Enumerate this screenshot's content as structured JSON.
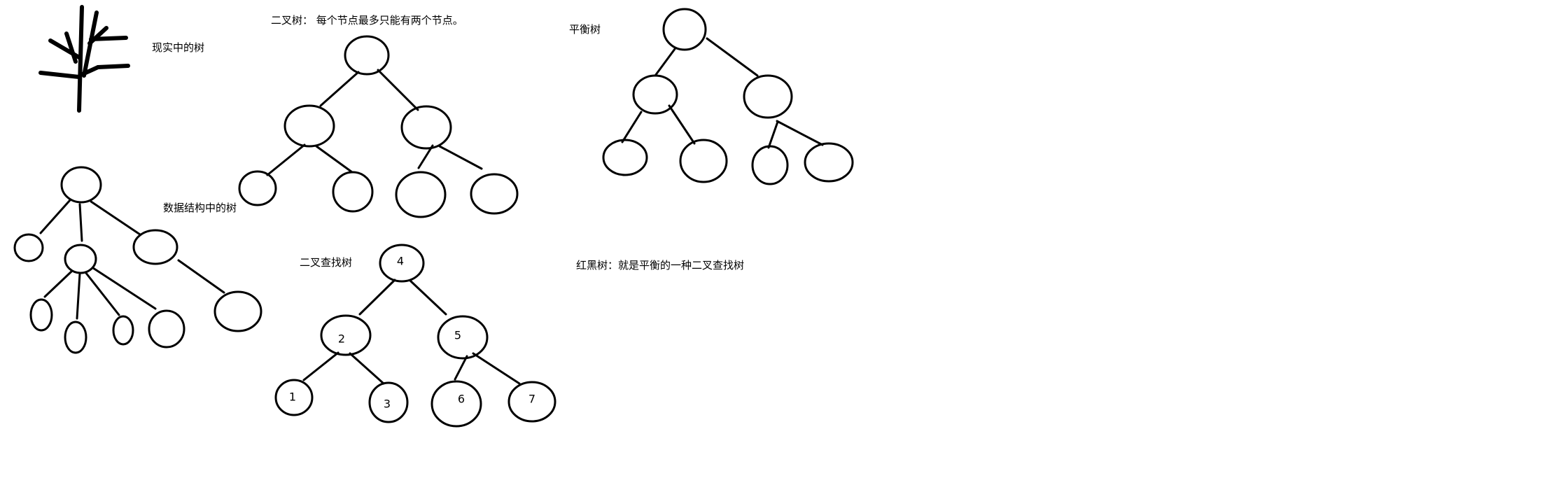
{
  "labels": {
    "real_tree": "现实中的树",
    "binary_tree": "二叉树：  每个节点最多只能有两个节点。",
    "balanced_tree": "平衡树",
    "ds_tree": "数据结构中的树",
    "bst": "二叉查找树",
    "red_black_tree": "红黑树：就是平衡的一种二叉查找树"
  },
  "bst_nodes": {
    "root": "4",
    "left": "2",
    "right": "5",
    "left_left": "1",
    "left_right": "3",
    "right_left": "6",
    "right_right": "7"
  }
}
